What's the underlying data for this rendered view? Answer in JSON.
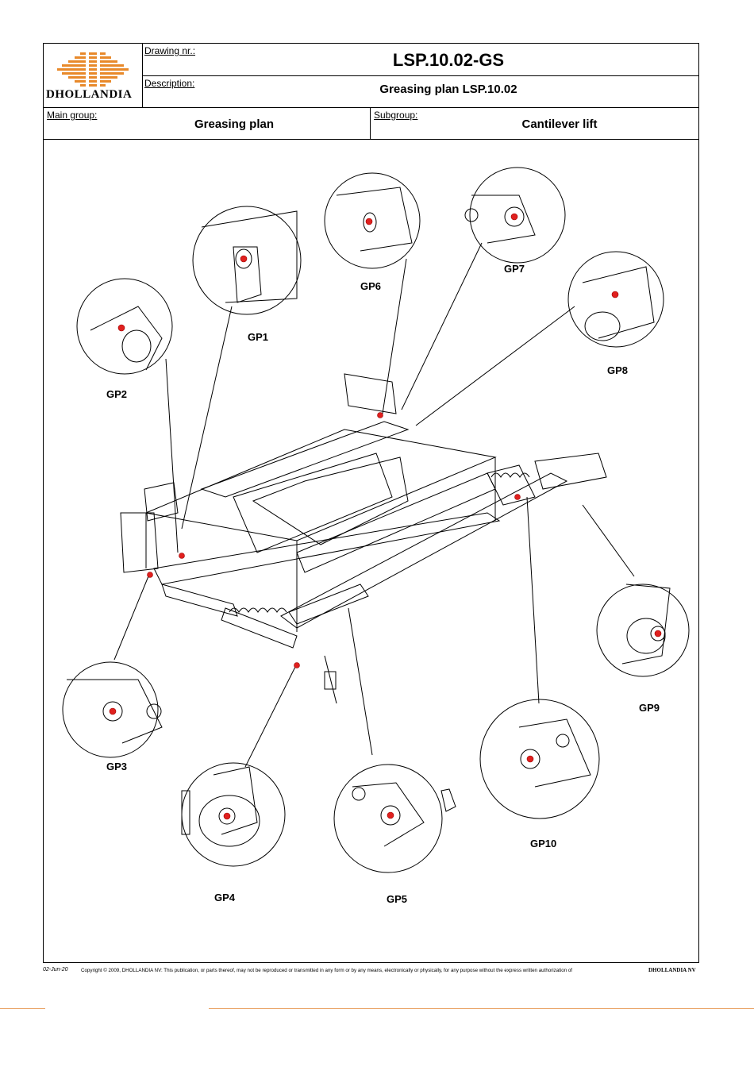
{
  "header": {
    "drawing_nr_label": "Drawing nr.:",
    "drawing_nr_value": "LSP.10.02-GS",
    "description_label": "Description:",
    "description_value": "Greasing plan LSP.10.02",
    "main_group_label": "Main group:",
    "main_group_value": "Greasing plan",
    "subgroup_label": "Subgroup:",
    "subgroup_value": "Cantilever lift",
    "logo_text": "DHOLLANDIA"
  },
  "greasing_points": [
    "GP1",
    "GP2",
    "GP3",
    "GP4",
    "GP5",
    "GP6",
    "GP7",
    "GP8",
    "GP9",
    "GP10"
  ],
  "footer": {
    "date": "02-Jun-20",
    "copyright": "Copyright © 2009, DHOLLANDIA NV: This publication, or parts thereof, may not be reproduced or transmitted in any form or by any means, electronically or physically, for any purpose without the express written authorization of",
    "brand": "DHOLLANDIA NV"
  },
  "colors": {
    "logo_orange": "#e8892a",
    "grease_point_red": "#e0201e",
    "rule_orange": "#e8a060"
  }
}
